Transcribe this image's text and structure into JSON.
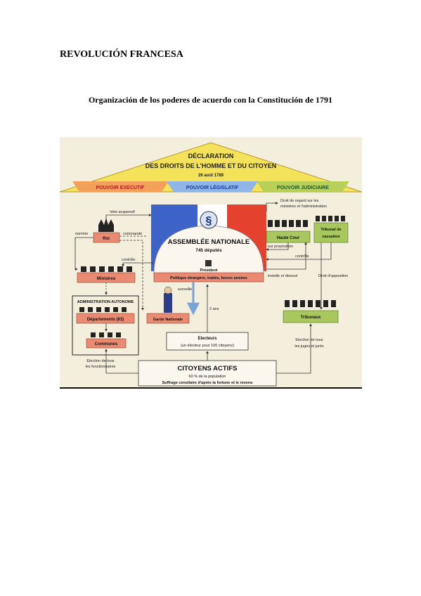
{
  "document": {
    "title": "REVOLUCIÓN FRANCESA",
    "subtitle": "Organización de los poderes de acuerdo con la Constitución de 1791"
  },
  "diagram": {
    "declaration": {
      "line1": "DÉCLARATION",
      "line2": "DES DROITS DE L'HOMME ET DU CITOYEN",
      "date": "26 août 1789"
    },
    "powers": {
      "executive": "POUVOIR EXECUTIF",
      "legislative": "POUVOIR LÉGISLATIF",
      "judicial": "POUVOIR JUDICIAIRE"
    },
    "assembly": {
      "title": "ASSEMBLÉE NATIONALE",
      "deputies": "745 députés",
      "president": "Président",
      "functions": "Politique étrangère, traités, forces armées"
    },
    "executive": {
      "roi": "Roi",
      "ministres": "Ministres",
      "admin_header": "ADMINISTRATION AUTONOME",
      "departements": "Départements (83)",
      "communes": "Communes",
      "garde": "Garde Nationale"
    },
    "judicial": {
      "haute_cour": "Haute Cour",
      "tribunal_line1": "Tribunal de",
      "tribunal_line2": "cassation",
      "tribunaux": "Tribunaux"
    },
    "electorate": {
      "electeurs": "Electeurs",
      "ratio": "(un électeur pour 100 citoyens)",
      "citoyens": "CITOYENS ACTIFS",
      "percent": "60 % de la population",
      "suffrage": "Suffrage censitaire d'après la fortune et le revenu"
    },
    "labels": {
      "veto": "Veto suspensif",
      "nomme": "nomme",
      "commande": "commande",
      "controle_left": "contrôle",
      "controle_right": "contrôle",
      "surveille": "surveille",
      "deux_ans": "2 ans",
      "droit_regard_1": "Droit de regard sur les",
      "droit_regard_2": "ministres et l'administration",
      "sur_proposition": "sur proposition",
      "installe": "installe et dissout",
      "droit_opposition": "Droit d'opposition",
      "election_fonct_1": "Election de tous",
      "election_fonct_2": "les fonctionnaires",
      "election_juges_1": "Election de tous",
      "election_juges_2": "les juges et jurés"
    },
    "colors": {
      "background": "#f4eedd",
      "roof": "#f3e25a",
      "executive": "#f2a05a",
      "legislative": "#8fb6e6",
      "judicial": "#b8cf58",
      "red_box": "#e98a73",
      "green_box": "#a9c75f",
      "blue": "#3d63c8",
      "red": "#e4412f"
    }
  }
}
